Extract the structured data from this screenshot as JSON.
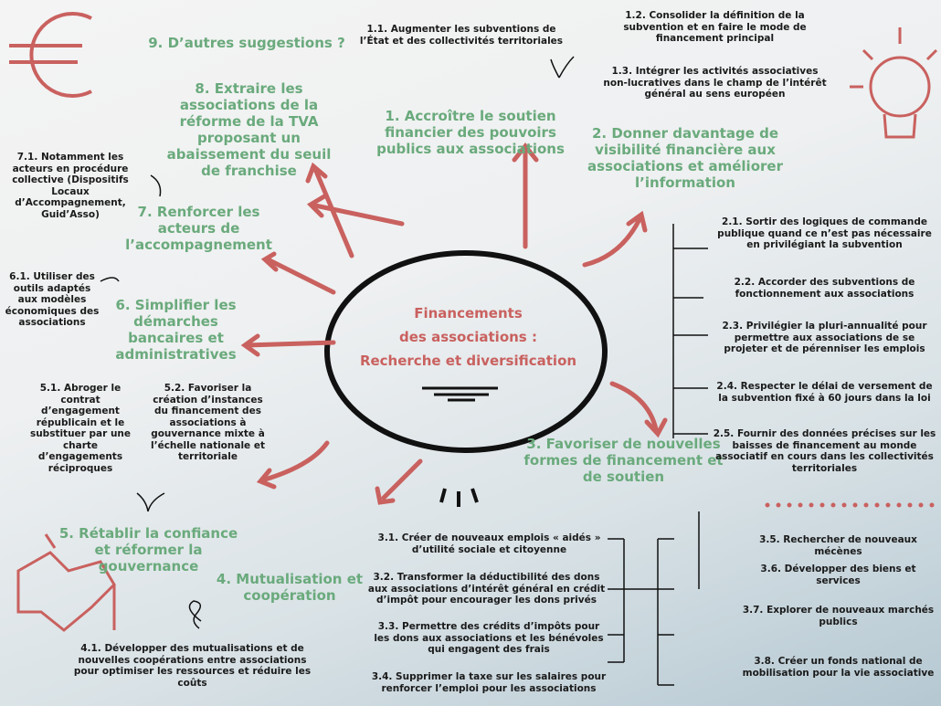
{
  "center": {
    "line1": "Financements",
    "line2": "des associations :",
    "line3": "Recherche et diversification"
  },
  "branches": {
    "b1": {
      "title": "1. Accroître le soutien financier des pouvoirs publics aux associations",
      "items": [
        "1.1. Augmenter les subventions de l’État et des collectivités territoriales",
        "1.2. Consolider la définition de la subvention et en faire le mode de financement principal",
        "1.3. Intégrer les activités associatives non-lucratives dans le champ de l’intérêt général au sens européen"
      ]
    },
    "b2": {
      "title": "2. Donner davantage de visibilité financière aux associations et améliorer l’information",
      "items": [
        "2.1. Sortir des logiques de commande publique quand ce n’est pas nécessaire en privilégiant la subvention",
        "2.2. Accorder des subventions de fonctionnement aux associations",
        "2.3. Privilégier la pluri-annualité pour permettre aux associations de se projeter et de pérenniser les emplois",
        "2.4. Respecter le délai de versement de la subvention fixé à 60 jours dans la loi",
        "2.5. Fournir des données précises sur les baisses de financement au monde associatif en cours dans les collectivités territoriales"
      ]
    },
    "b3": {
      "title": "3. Favoriser de nouvelles formes de financement et de soutien",
      "items": [
        "3.1. Créer de nouveaux emplois « aidés » d’utilité sociale et citoyenne",
        "3.2. Transformer la déductibilité des dons aux associations d’intérêt général en crédit d’impôt pour encourager les dons privés",
        "3.3. Permettre des crédits d’impôts pour les dons aux associations et les bénévoles qui engagent des frais",
        "3.4. Supprimer la taxe sur les salaires pour renforcer l’emploi pour les associations",
        "3.5. Rechercher de nouveaux mécènes",
        "3.6. Développer des biens et services",
        "3.7. Explorer de nouveaux marchés publics",
        "3.8. Créer un fonds national de mobilisation pour la vie associative"
      ]
    },
    "b4": {
      "title": "4. Mutualisation et coopération",
      "items": [
        "4.1. Développer des mutualisations et de nouvelles coopérations entre associations pour optimiser les ressources et réduire les coûts"
      ]
    },
    "b5": {
      "title": "5. Rétablir la confiance et réformer la gouvernance",
      "items": [
        "5.1. Abroger le contrat d’engagement républicain et le substituer par une charte d’engagements réciproques",
        "5.2. Favoriser la création d’instances du financement des associations à gouvernance mixte à l’échelle nationale et territoriale"
      ]
    },
    "b6": {
      "title": "6. Simplifier les démarches bancaires et administratives",
      "items": [
        "6.1. Utiliser des outils adaptés aux modèles économiques des associations"
      ]
    },
    "b7": {
      "title": "7. Renforcer les acteurs de l’accompagnement",
      "items": [
        "7.1. Notamment les acteurs en procédure collective (Dispositifs Locaux d’Accompagnement, Guid’Asso)"
      ]
    },
    "b8": {
      "title": "8. Extraire les associations de la réforme de la TVA proposant un abaissement du seuil de franchise"
    },
    "b9": {
      "title": "9. D’autres suggestions ?"
    }
  },
  "colors": {
    "green": "#6aaa7c",
    "red": "#c9615f",
    "text": "#1a1a1a"
  }
}
